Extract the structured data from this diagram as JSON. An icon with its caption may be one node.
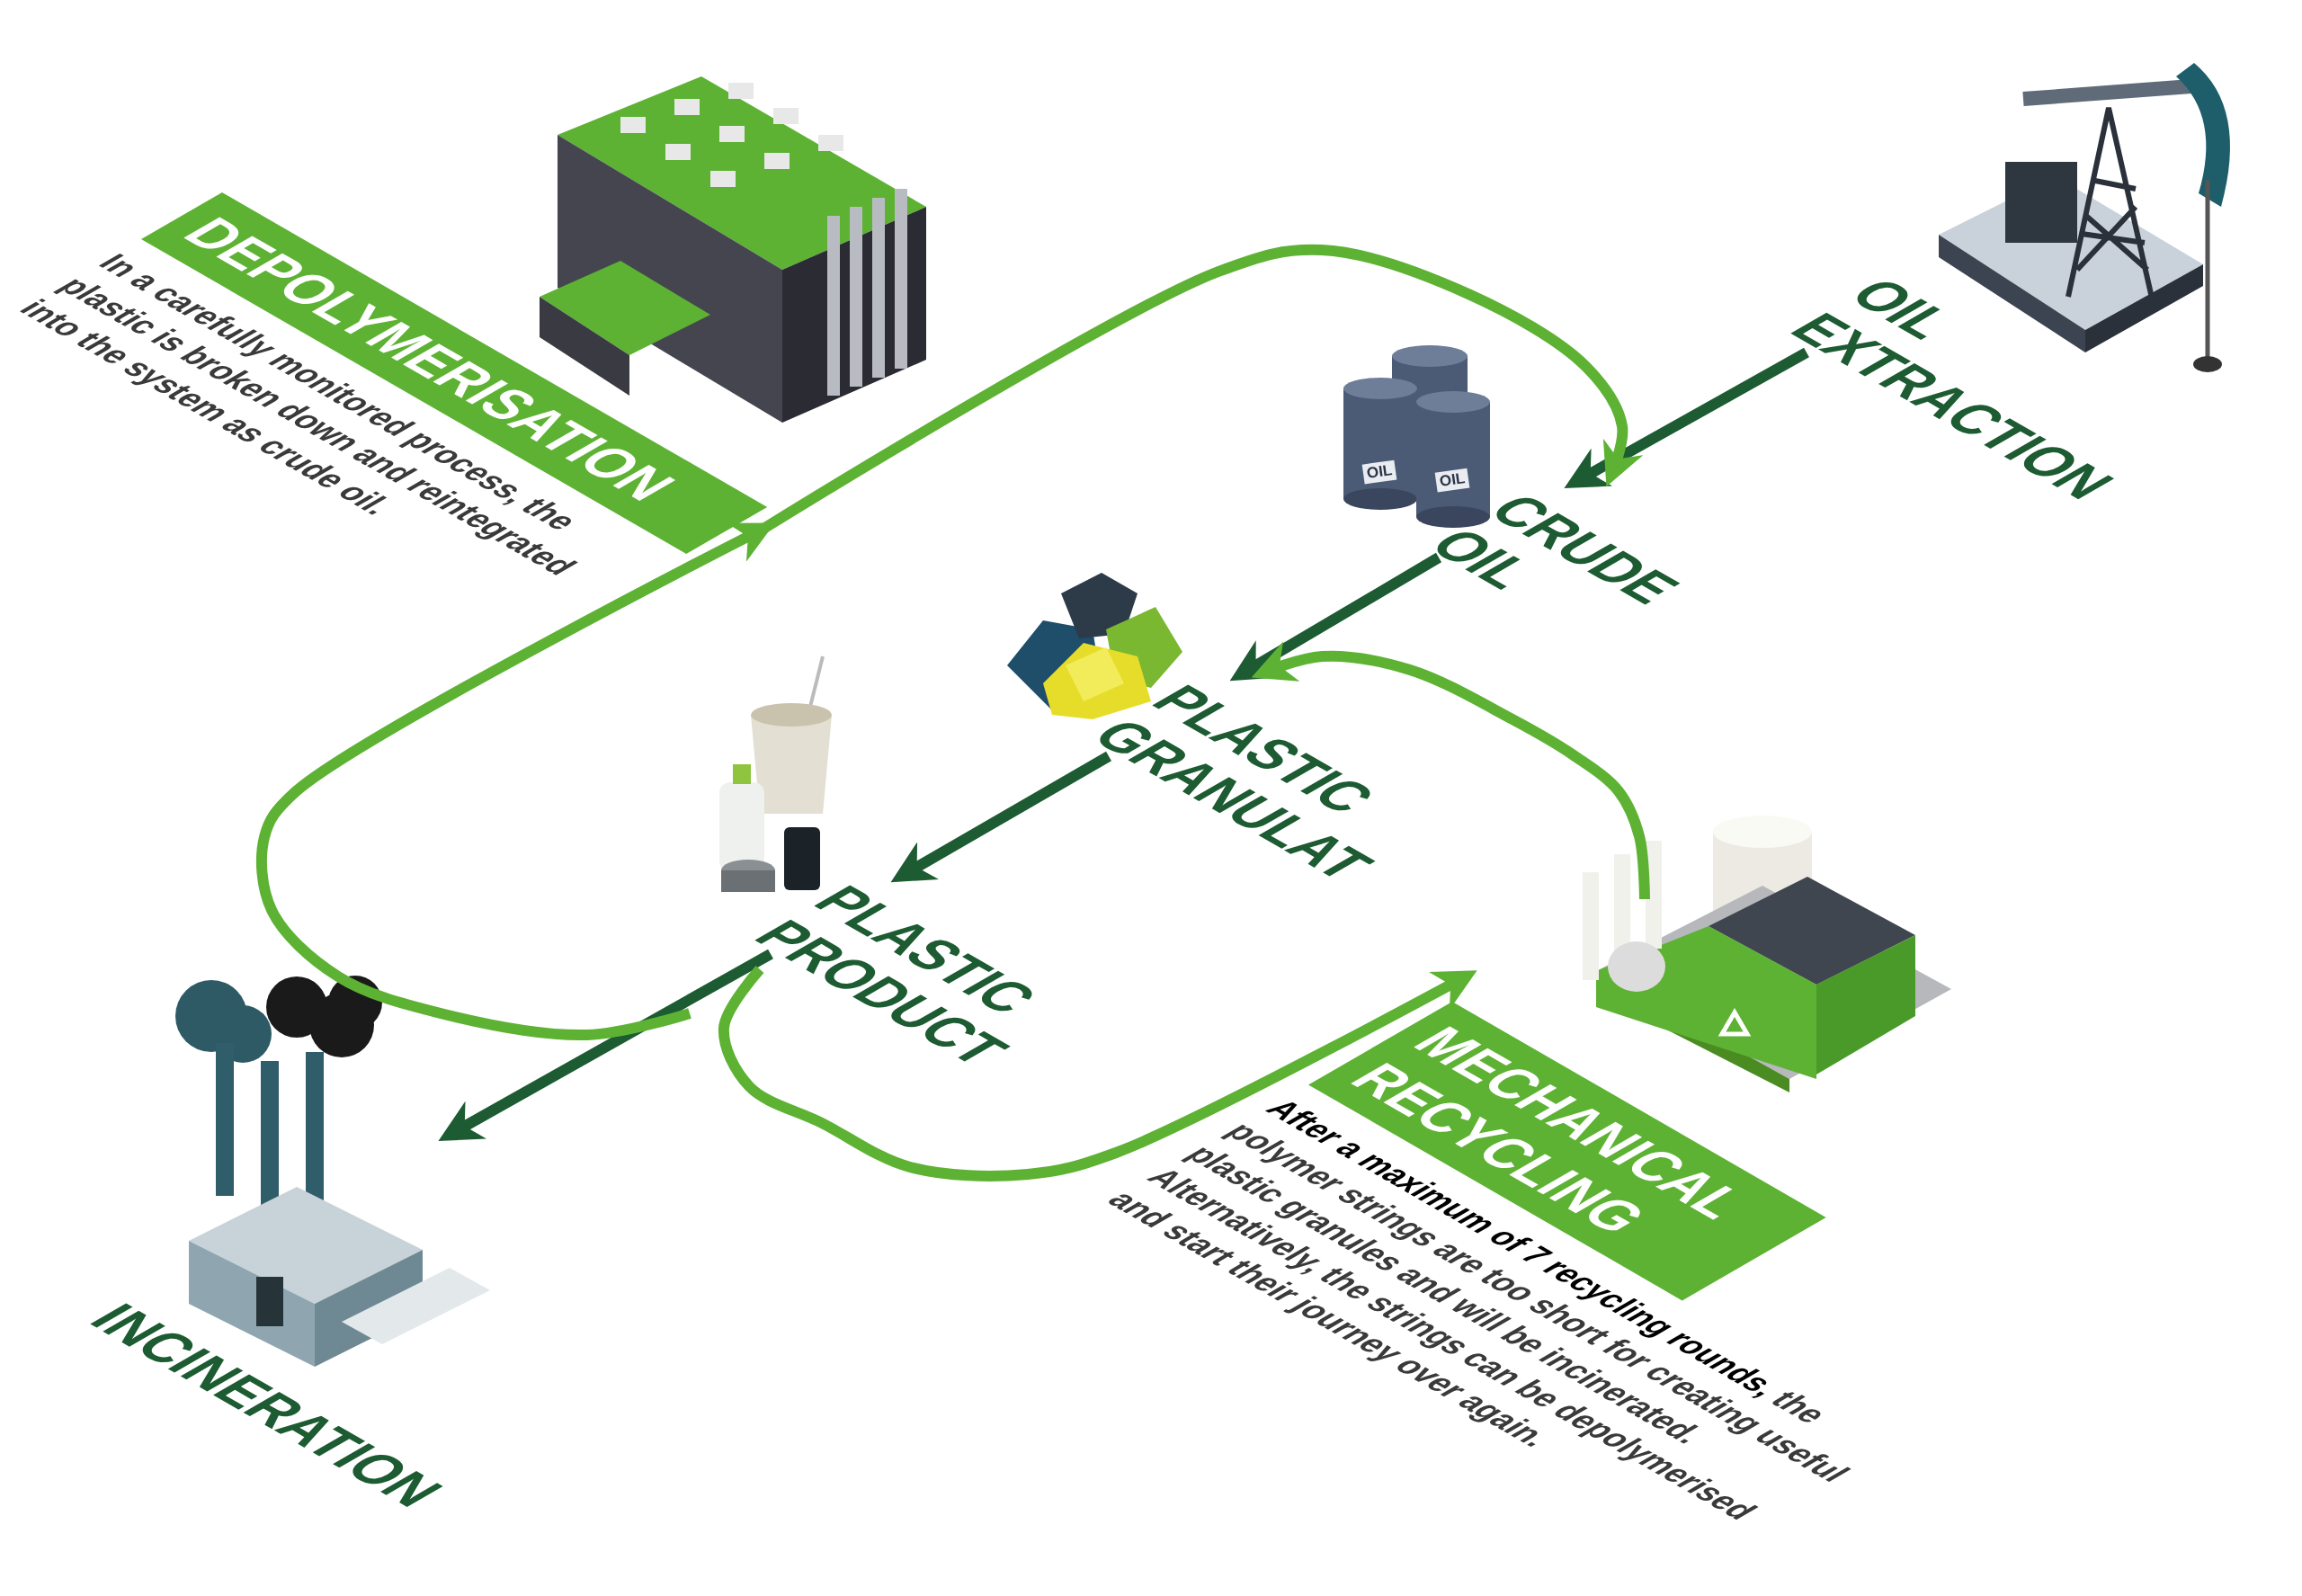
{
  "diagram": {
    "nodes": [
      {
        "text": [
          "OIL EXTRACTION"
        ]
      },
      {
        "text": [
          "CRUDE OIL"
        ]
      },
      {
        "text": [
          "PLASTIC GRANULAT"
        ]
      },
      {
        "text": [
          "PLASTIC PRODUCT"
        ]
      },
      {
        "text": [
          "MECHANICAL RECYCLING",
          "**After a maximum of 7 recycling rounds,** the polymer strings are too short for creating useful plastic granules and will be incinerated. Alternatively, the strings can be depolymerised and start their journey over again."
        ]
      },
      {
        "text": [
          "INCINERATION"
        ]
      },
      {
        "text": [
          "DEPOLYMERISATION",
          "In a carefully monitored process, the plastic is broken down and reintegrated into the system as crude oil."
        ]
      }
    ],
    "edges": [
      {
        "from": 0,
        "to": 1,
        "arrow": "to"
      },
      {
        "from": 1,
        "to": 2,
        "arrow": "to"
      },
      {
        "from": 2,
        "to": 3,
        "arrow": "to"
      },
      {
        "from": 3,
        "to": 5,
        "arrow": "to"
      },
      {
        "from": 3,
        "to": 4,
        "arrow": "to",
        "color": "#5db233"
      },
      {
        "from": 4,
        "to": 2,
        "arrow": "to",
        "color": "#5db233"
      },
      {
        "from": 3,
        "to": 6,
        "arrow": "to",
        "color": "#5db233"
      },
      {
        "from": 6,
        "to": 1,
        "arrow": "to",
        "color": "#5db233"
      }
    ],
    "labels": [
      "OIL",
      "OIL"
    ]
  }
}
